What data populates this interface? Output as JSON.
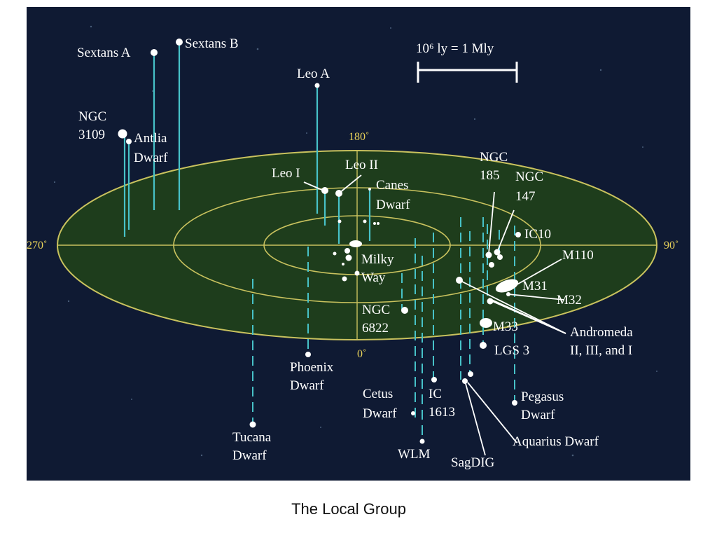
{
  "colors": {
    "background": "#0f1a33",
    "plane": "#1e3d1c",
    "ring": "#c9c25e",
    "line": "#47c2c8",
    "label": "#ffffff",
    "degree": "#e8d25a"
  },
  "scale_bar": {
    "label": "10⁶ ly = 1 Mly"
  },
  "degrees": {
    "top": "180˚",
    "bottom": "0˚",
    "left": "270˚",
    "right": "90˚"
  },
  "galaxies": {
    "sextans_a": "Sextans A",
    "sextans_b": "Sextans B",
    "leo_a": "Leo A",
    "ngc3109": [
      "NGC",
      "3109"
    ],
    "antlia": [
      "Antlia",
      "Dwarf"
    ],
    "leo_i": "Leo I",
    "leo_ii": "Leo II",
    "canes": [
      "Canes",
      "Dwarf"
    ],
    "milky_way": [
      "Milky",
      "Way"
    ],
    "ngc185": [
      "NGC",
      "185"
    ],
    "ngc147": [
      "NGC",
      "147"
    ],
    "ic10": "IC10",
    "m110": "M110",
    "m31": "M31",
    "m32": "M32",
    "andromeda": [
      "Andromeda",
      "II, III, and I"
    ],
    "m33": "M33",
    "lgs3": "LGS 3",
    "ngc6822": [
      "NGC",
      "6822"
    ],
    "phoenix": [
      "Phoenix",
      "Dwarf"
    ],
    "tucana": [
      "Tucana",
      "Dwarf"
    ],
    "cetus": [
      "Cetus",
      "Dwarf"
    ],
    "ic1613": [
      "IC",
      "1613"
    ],
    "wlm": "WLM",
    "sagdig": "SagDIG",
    "aquarius": "Aquarius Dwarf",
    "pegasus": [
      "Pegasus",
      "Dwarf"
    ]
  },
  "caption": "The Local Group"
}
